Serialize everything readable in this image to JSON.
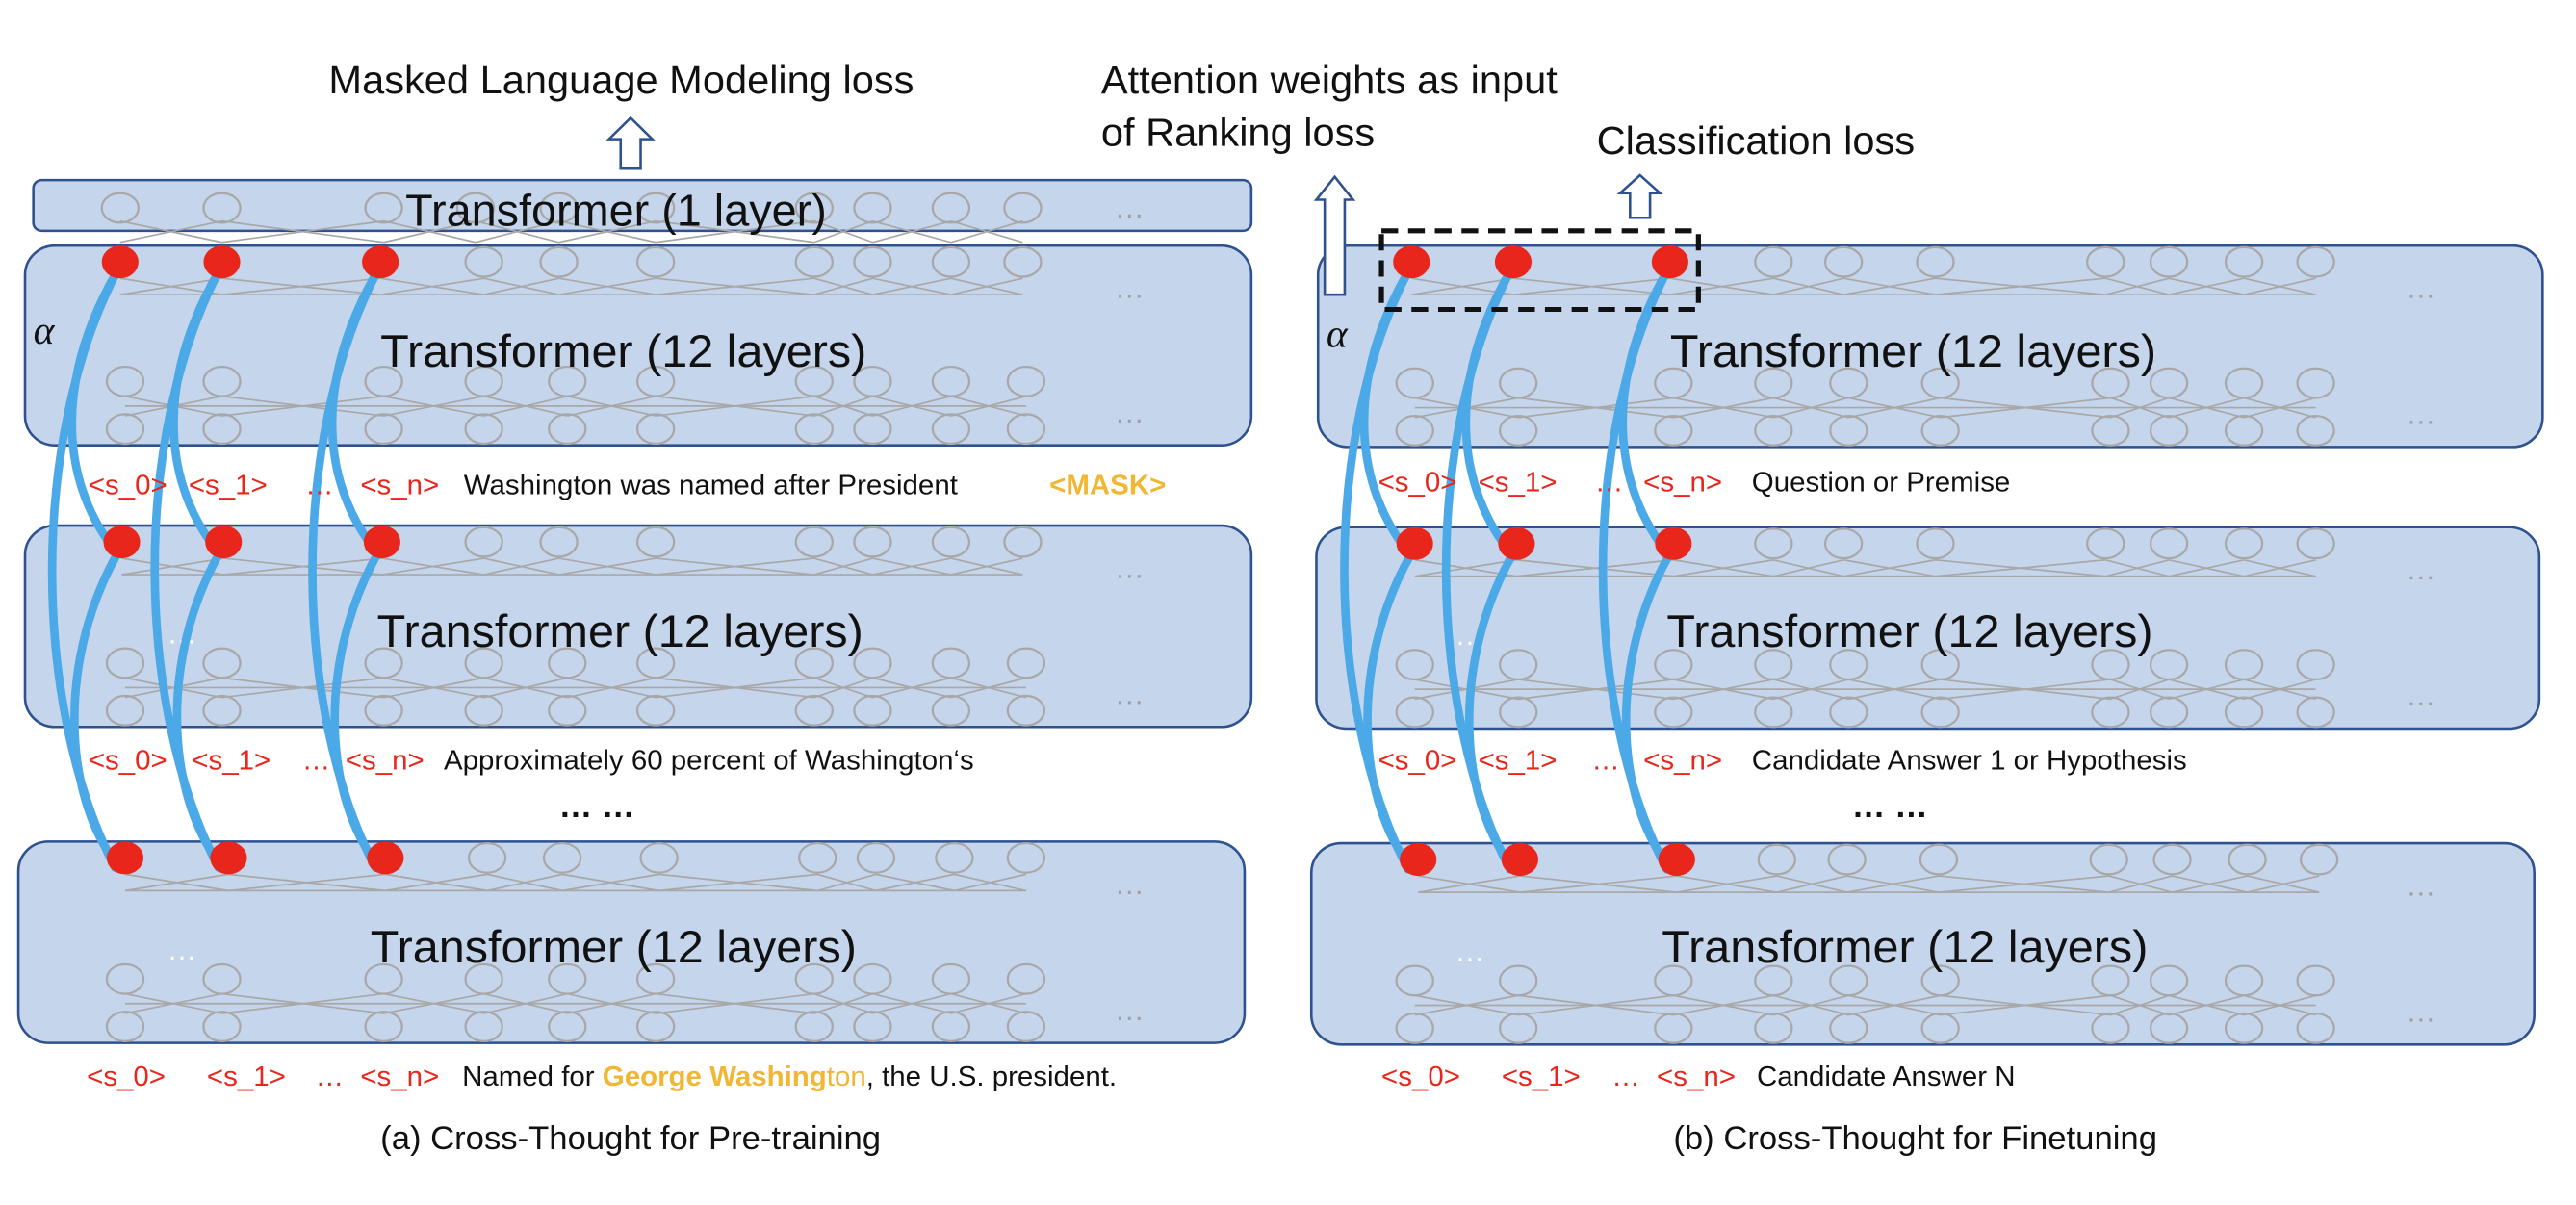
{
  "panel_a": {
    "loss_label": "Masked Language Modeling loss",
    "top_block_label": "Transformer (1 layer)",
    "block_labels": [
      "Transformer (12 layers)",
      "Transformer (12 layers)",
      "Transformer (12 layers)"
    ],
    "alpha": "α",
    "rows": [
      {
        "tokens": [
          "<s_0>",
          "<s_1>",
          "…",
          "<s_n>"
        ],
        "text": "Washington was named after President",
        "masked": "<MASK>"
      },
      {
        "tokens": [
          "<s_0>",
          "<s_1>",
          "…",
          "<s_n>"
        ],
        "text": "Approximately 60 percent of Washington‘s"
      },
      {
        "tokens": [
          "<s_0>",
          "<s_1>",
          "…",
          "<s_n>"
        ],
        "text_before": "Named for ",
        "highlight_bold": "George Washing",
        "highlight": "ton",
        "text_after": ", the U.S. president."
      }
    ],
    "skip": "… …",
    "caption": "(a) Cross-Thought for Pre-training"
  },
  "panel_b": {
    "ranking_label_line1": "Attention weights as input",
    "ranking_label_line2": "of Ranking loss",
    "classification_label": "Classification loss",
    "block_labels": [
      "Transformer (12 layers)",
      "Transformer (12 layers)",
      "Transformer (12 layers)"
    ],
    "alpha": "α",
    "rows": [
      {
        "tokens": [
          "<s_0>",
          "<s_1>",
          "…",
          "<s_n>"
        ],
        "text": "Question or Premise"
      },
      {
        "tokens": [
          "<s_0>",
          "<s_1>",
          "…",
          "<s_n>"
        ],
        "text": "Candidate Answer 1 or Hypothesis"
      },
      {
        "tokens": [
          "<s_0>",
          "<s_1>",
          "…",
          "<s_n>"
        ],
        "text": "Candidate Answer N"
      }
    ],
    "skip": "… …",
    "caption": "(b) Cross-Thought for Finetuning"
  },
  "node_ellipsis": "…",
  "colors": {
    "block_fill": "#c5d5ec",
    "block_stroke": "#2f528f",
    "sentence_node": "#e8261c",
    "attention_link": "#4aa9e6",
    "token": "#e8261c",
    "highlight": "#f2b635",
    "node_outline": "#a8a8a8"
  }
}
